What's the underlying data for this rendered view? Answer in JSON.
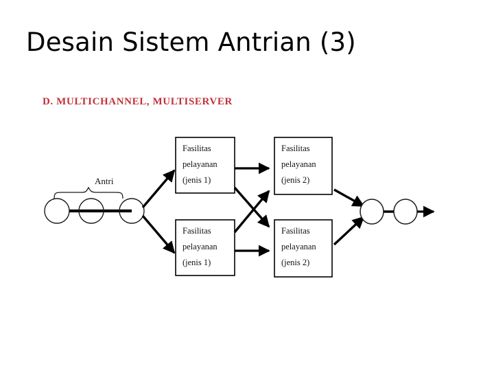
{
  "slide": {
    "title": "Desain Sistem Antrian (3)",
    "background_color": "#ffffff"
  },
  "figure": {
    "heading": "D. MULTICHANNEL, MULTISERVER",
    "heading_color": "#C0323C",
    "queue": {
      "label": "Antri",
      "unit_count": 3
    },
    "servers": [
      {
        "id": "top-left",
        "line1": "Fasilitas",
        "line2": "pelayanan",
        "line3": "(jenis 1)"
      },
      {
        "id": "top-right",
        "line1": "Fasilitas",
        "line2": "pelayanan",
        "line3": "(jenis 2)"
      },
      {
        "id": "bottom-left",
        "line1": "Fasilitas",
        "line2": "pelayanan",
        "line3": "(jenis 1)"
      },
      {
        "id": "bottom-right",
        "line1": "Fasilitas",
        "line2": "pelayanan",
        "line3": "(jenis 2)"
      }
    ],
    "exit": {
      "unit_count": 2
    },
    "line_color": "#000000"
  }
}
